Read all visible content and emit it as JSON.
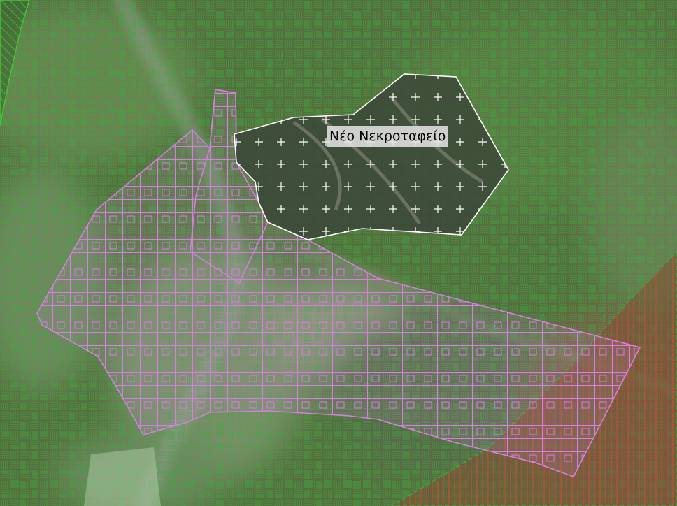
{
  "map": {
    "labels": {
      "cemetery": "Νέο Νεκροταφείο"
    },
    "colors": {
      "satellite_base": "#55703f",
      "forest_hatch": "#3fa83f",
      "cemetery_fill": "#3b4438",
      "cemetery_outline": "#ffffff",
      "zone_outline": "#d77ee0",
      "diagonal_zone": "#c8502e",
      "left_strip": "#49c23a"
    },
    "layers": [
      {
        "name": "forest-hatch-layer",
        "pattern": "basketweave-hatch"
      },
      {
        "name": "cemetery-zone",
        "pattern": "cross-marks"
      },
      {
        "name": "planning-zone",
        "pattern": "grid-squares"
      },
      {
        "name": "diagonal-zone",
        "pattern": "vertical-lines"
      },
      {
        "name": "left-strip-zone",
        "pattern": "diagonal-lines"
      }
    ]
  }
}
